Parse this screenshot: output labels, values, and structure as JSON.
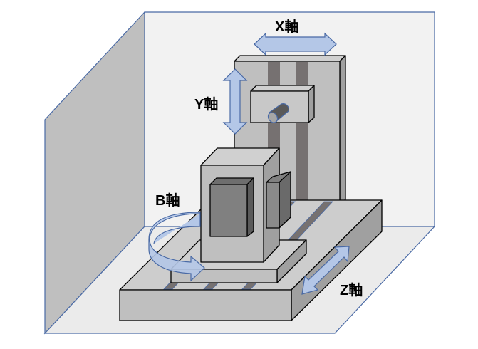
{
  "labels": {
    "x_axis": "X軸",
    "y_axis": "Y軸",
    "b_axis": "B軸",
    "z_axis": "Z軸"
  },
  "colors": {
    "arrow_fill": "#b4c7e7",
    "arrow_stroke": "#4a6aa5",
    "rail": "#767171",
    "wall_edge": "#4a6aa5"
  }
}
